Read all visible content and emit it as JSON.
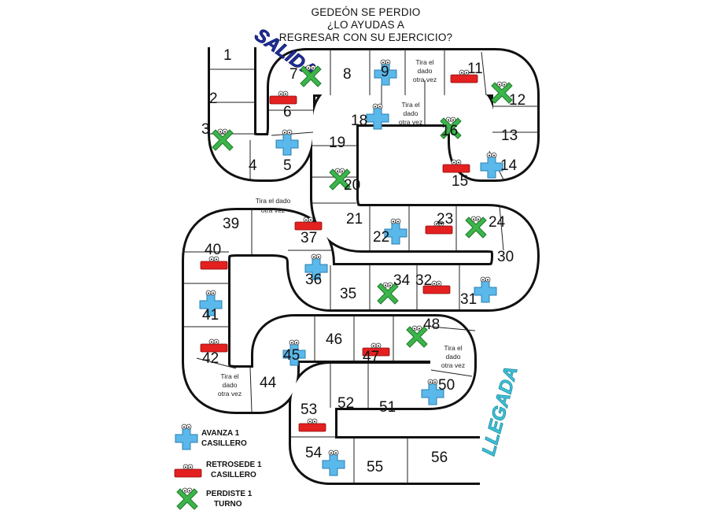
{
  "title": {
    "line1": "GEDEÓN SE PERDIO",
    "line2": "¿LO AYUDAS A",
    "line3": "REGRESAR CON SU EJERCICIO?"
  },
  "start_label": "SALIDA",
  "finish_label": "LLEGADA",
  "tira_line1": "Tira el",
  "tira_line2": "dado",
  "tira_line3": "otra vez",
  "tira_dado_line": "Tira el dado",
  "squares": [
    "1",
    "2",
    "3",
    "4",
    "5",
    "6",
    "7",
    "8",
    "9",
    "11",
    "12",
    "13",
    "14",
    "15",
    "16",
    "18",
    "19",
    "20",
    "21",
    "22",
    "23",
    "24",
    "30",
    "31",
    "32",
    "34",
    "35",
    "36",
    "37",
    "39",
    "40",
    "41",
    "42",
    "44",
    "45",
    "46",
    "47",
    "48",
    "50",
    "51",
    "52",
    "53",
    "54",
    "55",
    "56"
  ],
  "legend": {
    "advance_1": "AVANZA 1",
    "advance_2": "CASILLERO",
    "back_1": "RETROSEDE 1",
    "back_2": "CASILLERO",
    "lose_1": "PERDISTE 1",
    "lose_2": "TURNO"
  },
  "colors": {
    "advance": "#5bb8ea",
    "back": "#e42020",
    "lose": "#3cb54a",
    "start_text": "#1f2f9e",
    "finish_text": "#3fc2d8"
  }
}
